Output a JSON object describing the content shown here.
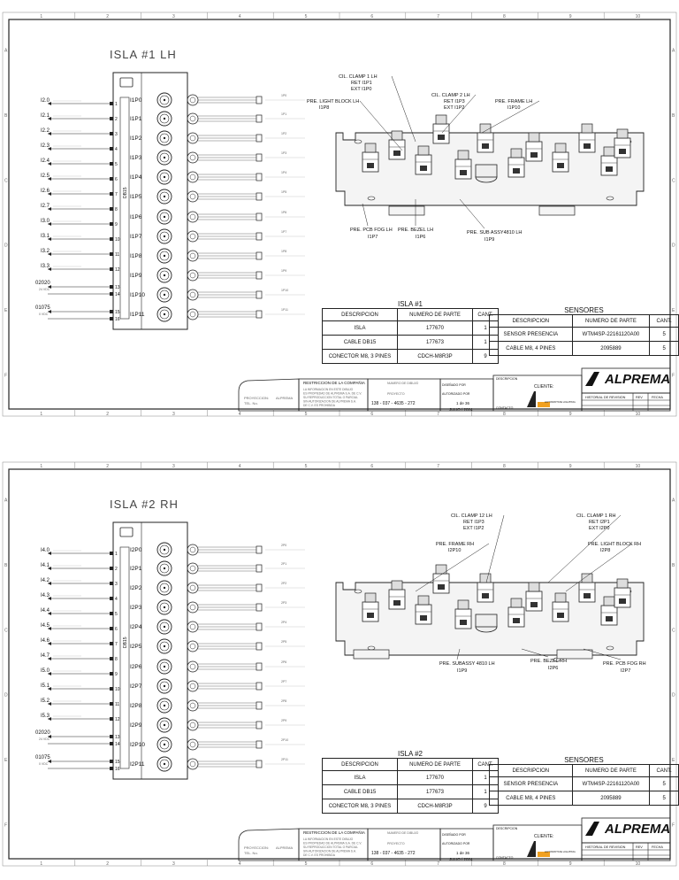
{
  "sheets": [
    {
      "title": "ISLA  #1  LH",
      "dsub": "DB15",
      "inputs": [
        "I2.0",
        "I2.1",
        "I2.2",
        "I2.3",
        "I2.4",
        "I2.5",
        "I2.6",
        "I2.7",
        "I3.0",
        "I3.1",
        "I3.2",
        "I3.3"
      ],
      "power": [
        {
          "code": "02020",
          "sub": "24 VDC"
        },
        {
          "code": "01075",
          "sub": "0 VDC"
        }
      ],
      "ports": [
        "I1P0",
        "I1P1",
        "I1P2",
        "I1P3",
        "I1P4",
        "I1P5",
        "I1P6",
        "I1P7",
        "I1P8",
        "I1P9",
        "I1P10",
        "I1P11"
      ],
      "callouts_top": [
        {
          "l1": "CIL. CLAMP 1 LH",
          "l2": "RET  I1P1",
          "l3": "EXT  I1P0"
        },
        {
          "l1": "CIL. CLAMP 2 LH",
          "l2": "RET  I1P3",
          "l3": "EXT  I1P2"
        },
        {
          "l1": "PRE. LIGHT BLOCK LH",
          "l2": "I1P8",
          "l3": ""
        },
        {
          "l1": "PRE. FRAME LH",
          "l2": "I1P10",
          "l3": ""
        }
      ],
      "callouts_bottom": [
        {
          "l1": "PRE. PCB FOG LH",
          "l2": "I1P7"
        },
        {
          "l1": "PRE. BEZEL LH",
          "l2": "I1P6"
        },
        {
          "l1": "PRE. SUB ASSY4810 LH",
          "l2": "I1P9"
        }
      ],
      "isla_table": {
        "caption": "ISLA #1",
        "headers": [
          "DESCRIPCION",
          "NUMERO DE PARTE",
          "CANT."
        ],
        "rows": [
          [
            "ISLA",
            "177670",
            "1"
          ],
          [
            "CABLE DB15",
            "177673",
            "1"
          ],
          [
            "CONECTOR M8, 3 PINES",
            "CDCH-M8R3P",
            "9"
          ]
        ]
      },
      "sensor_table": {
        "caption": "SENSORES",
        "headers": [
          "DESCRIPCION",
          "NUMERO DE PARTE",
          "CANT."
        ],
        "rows": [
          [
            "SENSOR PRESENCIA",
            "WTM4SP-22161120A00",
            "5"
          ],
          [
            "CABLE M8, 4 PINES",
            "2095889",
            "5"
          ]
        ]
      },
      "sheet_num": "1 de 36"
    },
    {
      "title": "ISLA  #2  RH",
      "dsub": "DB15",
      "inputs": [
        "I4.0",
        "I4.1",
        "I4.2",
        "I4.3",
        "I4.4",
        "I4.5",
        "I4.6",
        "I4.7",
        "I5.0",
        "I5.1",
        "I5.2",
        "I5.3"
      ],
      "power": [
        {
          "code": "02020",
          "sub": "24 VDC"
        },
        {
          "code": "01075",
          "sub": "0 VDC"
        }
      ],
      "ports": [
        "I2P0",
        "I2P1",
        "I2P2",
        "I2P3",
        "I2P4",
        "I2P5",
        "I2P6",
        "I2P7",
        "I2P8",
        "I2P9",
        "I2P10",
        "I2P11"
      ],
      "callouts_top": [
        {
          "l1": "CIL. CLAMP 12 LH",
          "l2": "RET  I1P3",
          "l3": "EXT  I1P2"
        },
        {
          "l1": "CIL. CLAMP 1 RH",
          "l2": "RET  I2P1",
          "l3": "EXT  I2P0"
        },
        {
          "l1": "PRE. FRAME RH",
          "l2": "I2P10",
          "l3": ""
        },
        {
          "l1": "PRE. LIGHT BLOCK RH",
          "l2": "I2P8",
          "l3": ""
        }
      ],
      "callouts_bottom": [
        {
          "l1": "PRE. SUBASSY 4810 LH",
          "l2": "I1P9"
        },
        {
          "l1": "PRE. BEZEL RH",
          "l2": "I2P6"
        },
        {
          "l1": "PRE. PCB FOG RH",
          "l2": "I2P7"
        }
      ],
      "isla_table": {
        "caption": "ISLA #2",
        "headers": [
          "DESCRIPCION",
          "NUMERO DE PARTE",
          "CANT."
        ],
        "rows": [
          [
            "ISLA",
            "177670",
            "1"
          ],
          [
            "CABLE DB15",
            "177673",
            "1"
          ],
          [
            "CONECTOR M8, 3 PINES",
            "CDCH-M8R3P",
            "9"
          ]
        ]
      },
      "sensor_table": {
        "caption": "SENSORES",
        "headers": [
          "DESCRIPCION",
          "NUMERO DE PARTE",
          "CANT."
        ],
        "rows": [
          [
            "SENSOR PRESENCIA",
            "WTM4SP-22161120A00",
            "5"
          ],
          [
            "CABLE M8, 4 PINES",
            "2095889",
            "5"
          ]
        ]
      },
      "sheet_num": "1 de 36"
    }
  ],
  "title_block": {
    "restriction_title": "RESTRICCION DE LA COMPAÑIA",
    "restriction_text": [
      "LA INFORMACION EN ESTE DIBUJO",
      "ES PROPIEDAD DE ALPREMA S.A. DE C.V.",
      "SU REPRODUCCION TOTAL O PARCIAL",
      "SIN AUTORIZACION DE ALPREMA S.A.",
      "DE C.V. ES PROHIBIDA"
    ],
    "proyeccion": "PROYECCION:",
    "tel": "TEL. No.",
    "company_short": "ALPREMA",
    "drawing_label": "NUMERO DE DIBUJO",
    "drawing_num": "138 - 037 - 4635 - 272",
    "proyecto_label": "PROYECTO",
    "date": "JULIO / 2024",
    "diseno": "DISEÑADO POR",
    "autorizado": "AUTORIZADO POR",
    "descripcion": "DESCRIPCION",
    "cliente": "CLIENTE:",
    "contacto": "CONTACTO",
    "historial": "HISTORIAL DE REVISION",
    "rev": "REV",
    "fecha": "FECHA",
    "brand": "ALPREMA",
    "client_logo_text": "AUTOMOTIVE LIGHTING"
  },
  "border": {
    "cols": [
      "1",
      "2",
      "3",
      "4",
      "5",
      "6",
      "7",
      "8",
      "9",
      "10"
    ],
    "rows": [
      "A",
      "B",
      "C",
      "D",
      "E",
      "F"
    ]
  },
  "colors": {
    "line": "#222222",
    "light": "#888888",
    "bg": "#ffffff"
  }
}
